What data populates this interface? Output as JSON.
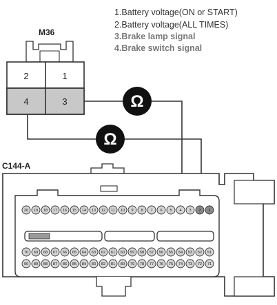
{
  "legend": {
    "items": [
      {
        "text": "1.Battery voltage(ON or START)"
      },
      {
        "text": "2.Battery voltage(ALL TIMES)"
      },
      {
        "text": "3.Brake lamp signal"
      },
      {
        "text": "4.Brake switch signal"
      }
    ]
  },
  "connector_m36": {
    "label": "M36",
    "pins": [
      "2",
      "1",
      "4",
      "3"
    ]
  },
  "connector_c144a": {
    "label": "C144-A",
    "row1": [
      "20",
      "19",
      "18",
      "17",
      "16",
      "15",
      "14",
      "13",
      "12",
      "11",
      "10",
      "9",
      "8",
      "7",
      "6",
      "5",
      "4",
      "3",
      "2",
      "1"
    ],
    "row3": [
      "70",
      "69",
      "68",
      "67",
      "66",
      "65",
      "64",
      "63",
      "62",
      "61",
      "60",
      "59",
      "58",
      "57",
      "56",
      "55",
      "54",
      "53",
      "52",
      "51"
    ],
    "row4": [
      "90",
      "89",
      "88",
      "87",
      "86",
      "85",
      "84",
      "83",
      "82",
      "81",
      "80",
      "79",
      "78",
      "77",
      "76",
      "75",
      "74",
      "73",
      "72",
      "71"
    ],
    "highlighted_pins": [
      "2",
      "1"
    ]
  },
  "meters": {
    "symbol": "Ω"
  },
  "colors": {
    "pin_fill": "#d6d6d6",
    "highlight_fill": "#8a8a8a",
    "legend_active": "#333333",
    "legend_muted": "#777777"
  }
}
